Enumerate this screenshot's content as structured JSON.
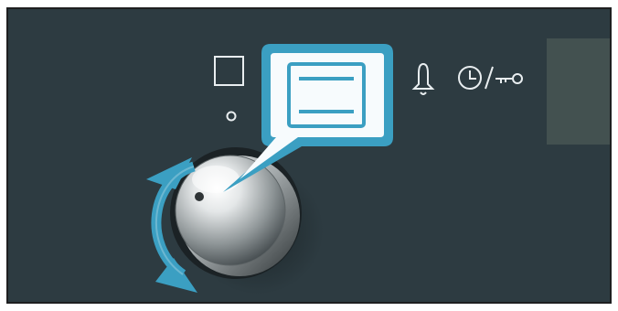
{
  "panel": {
    "background_color": "#2d3b41",
    "accent_color": "#3b9fc2",
    "display_window_color": "#435150"
  },
  "symbols": {
    "position_0": "empty-square-icon",
    "indicator": "indicator-dot",
    "selected_mode": "top-bottom-heat-icon",
    "timer_alarm": "bell-icon",
    "clock_childlock": "clock-key-icon"
  },
  "knob": {
    "rotation": "both-directions",
    "callout_points_to": "selected_mode"
  }
}
